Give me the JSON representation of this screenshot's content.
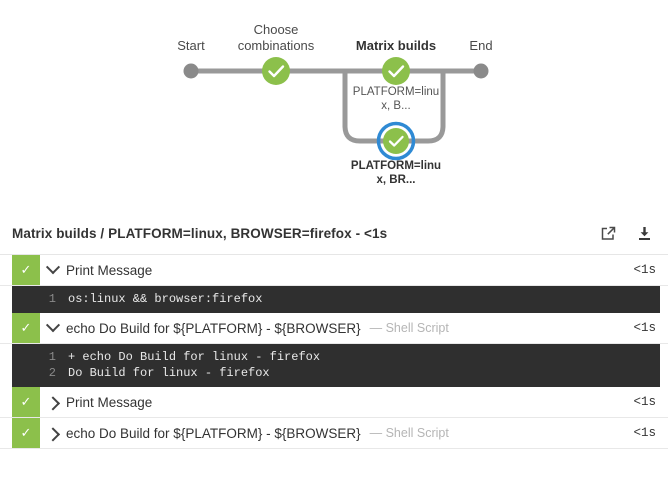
{
  "graph": {
    "stages": [
      {
        "name": "Start",
        "bold": false
      },
      {
        "name": "Choose\ncombinations",
        "label_line1": "Choose",
        "label_line2": "combinations",
        "bold": false
      },
      {
        "name": "Matrix builds",
        "bold": true
      },
      {
        "name": "End",
        "bold": false
      }
    ],
    "stage_labels": {
      "start": "Start",
      "choose_line1": "Choose",
      "choose_line2": "combinations",
      "matrix": "Matrix builds",
      "end": "End"
    },
    "branch_nodes": [
      {
        "label_line1": "PLATFORM=linu",
        "label_line2": "x, B...",
        "status": "success",
        "selected": false
      },
      {
        "label_line1": "PLATFORM=linu",
        "label_line2": "x, BR...",
        "status": "success",
        "selected": true
      }
    ],
    "colors": {
      "success": "#8cc04b",
      "selected_ring": "#2f8ad4",
      "connector": "#999999",
      "terminal_dot": "#8a8a8a"
    }
  },
  "log": {
    "title": "Matrix builds / PLATFORM=linux, BROWSER=firefox - <1s",
    "actions": [
      {
        "name": "open-external",
        "tooltip": "Open in new window"
      },
      {
        "name": "download",
        "tooltip": "Download logs"
      }
    ],
    "steps": [
      {
        "status": "success",
        "expanded": true,
        "name": "Print Message",
        "type": "",
        "duration": "<1s",
        "console": [
          {
            "num": "1",
            "text": "os:linux && browser:firefox"
          }
        ]
      },
      {
        "status": "success",
        "expanded": true,
        "name": "echo Do Build for ${PLATFORM} - ${BROWSER}",
        "type": "— Shell Script",
        "duration": "<1s",
        "console": [
          {
            "num": "1",
            "text": "+ echo Do Build for linux - firefox"
          },
          {
            "num": "2",
            "text": "Do Build for linux - firefox"
          }
        ]
      },
      {
        "status": "success",
        "expanded": false,
        "name": "Print Message",
        "type": "",
        "duration": "<1s",
        "console": []
      },
      {
        "status": "success",
        "expanded": false,
        "name": "echo Do Build for ${PLATFORM} - ${BROWSER}",
        "type": "— Shell Script",
        "duration": "<1s",
        "console": []
      }
    ]
  }
}
